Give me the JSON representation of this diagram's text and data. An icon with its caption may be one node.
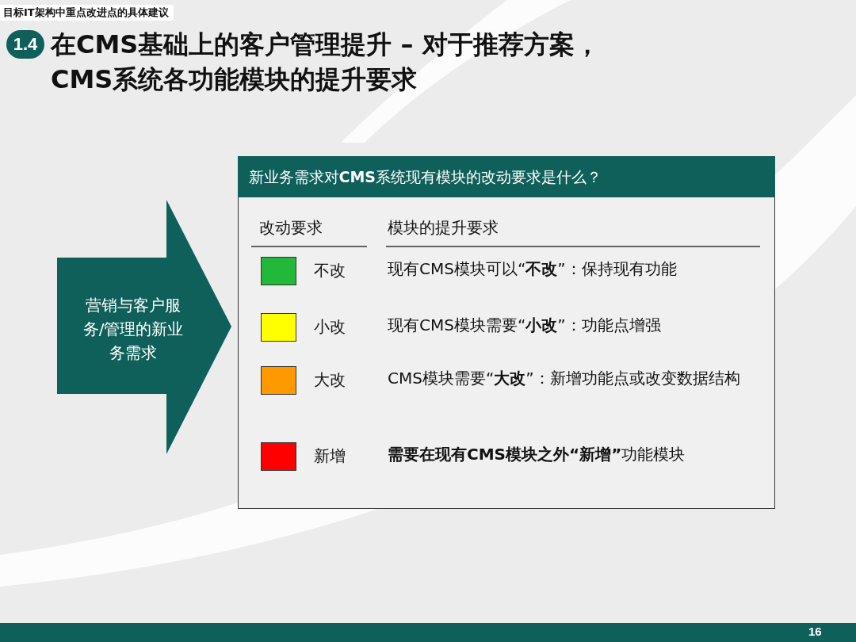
{
  "diagram": {
    "title": "在CMS基础上的客户管理提升 – 对于推荐方案，CMS系统各功能模块的提升要求",
    "nodes": [
      {
        "text": [
          "营销与客户服务/管理的新业务需求"
        ]
      },
      {
        "text": [
          "新业务需求对**CMS**系统现有模块的改动要求是什么？"
        ]
      }
    ],
    "labels": [
      "目标IT架构中重点改进点的具体建议",
      "1.4",
      "改动要求",
      "模块的提升要求",
      "现有CMS模块可以“**不改**”：保持现有功能",
      "现有CMS模块需要“**小改**”：功能点增强",
      "CMS模块需要“**大改**”：新增功能点或改变数据结构",
      "**需要在现有CMS模块之外“新增”**功能模块",
      "16"
    ],
    "legend": [
      {
        "text": "不改",
        "color": "#22b83a"
      },
      {
        "text": "小改",
        "color": "#ffff00"
      },
      {
        "text": "大改",
        "color": "#ff9900"
      },
      {
        "text": "新增",
        "color": "#ff0000"
      }
    ]
  }
}
